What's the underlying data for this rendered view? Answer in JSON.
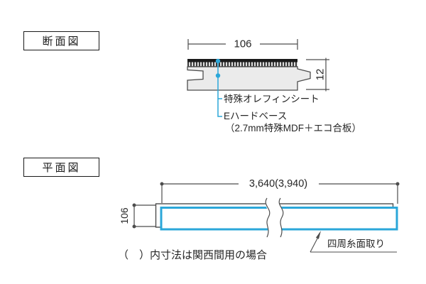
{
  "colors": {
    "accent_blue": "#2BA7D9",
    "line_dark": "#4D4D4D",
    "body_fill": "#EBEBEB",
    "sheet_black": "#1A1A1A"
  },
  "cross_section": {
    "title": "断面図",
    "dim_width": "106",
    "dim_thickness": "12",
    "labels": {
      "olefin_sheet": "特殊オレフィンシート",
      "hard_base": "Eハードベース",
      "hard_base_sub": "（2.7mm特殊MDF＋エコ合板）"
    }
  },
  "plan_view": {
    "title": "平面図",
    "dim_length": "3,640(3,940)",
    "dim_width": "106",
    "chamfer_label": "四周糸面取り",
    "note": "（　）内寸法は関西間用の場合"
  }
}
